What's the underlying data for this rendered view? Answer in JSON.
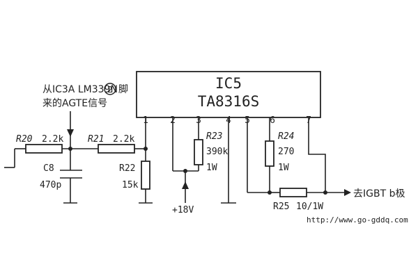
{
  "ic": {
    "name": "IC5",
    "part": "TA8316S",
    "pins": [
      "1",
      "2",
      "3",
      "4",
      "5",
      "6",
      "7"
    ]
  },
  "source_note": {
    "line1_prefix": "从IC3A LM339N",
    "circled_pin": "2",
    "line1_suffix": "脚",
    "line2": "来的AGTE信号"
  },
  "components": {
    "r20": {
      "ref": "R20",
      "value": "2.2k"
    },
    "r21": {
      "ref": "R21",
      "value": "2.2k"
    },
    "r22": {
      "ref": "R22",
      "value": "15k"
    },
    "c8": {
      "ref": "C8",
      "value": "470p"
    },
    "r23": {
      "ref": "R23",
      "value": "390k",
      "power": "1W"
    },
    "r24": {
      "ref": "R24",
      "value": "270",
      "power": "1W"
    },
    "r25": {
      "ref": "R25",
      "value": "10/1W"
    }
  },
  "supply": "+18V",
  "output_note": "去IGBT b极",
  "watermark": "http://www.go-gddq.com"
}
